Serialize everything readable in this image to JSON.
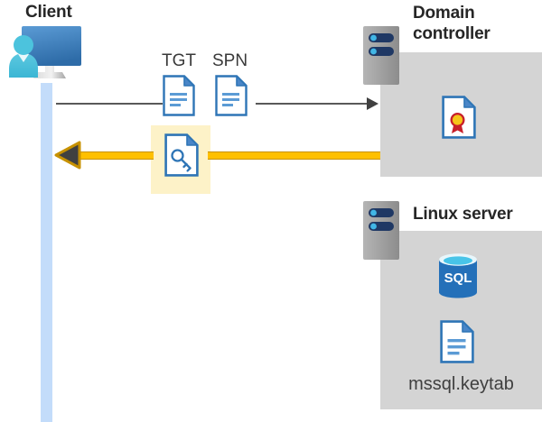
{
  "diagram": {
    "type": "sequence-diagram",
    "title_client": "Client",
    "title_domain_controller": "Domain controller",
    "title_linux_server": "Linux server",
    "colors": {
      "lifeline": "#c3dcfa",
      "panel": "#d4d4d4",
      "highlight": "#fdf2c8",
      "response_arrow": "#ffc000",
      "request_arrow": "#595959",
      "doc_blue": "#3d7ec4",
      "sql_blue": "#2470b9",
      "cert_gold": "#f5c518",
      "cert_red": "#c8202a"
    }
  },
  "client": {
    "label": "Client",
    "icon": "user-workstation-icon"
  },
  "messages": {
    "request": {
      "direction": "client-to-domain-controller",
      "style": "thin-gray-arrow",
      "items": [
        {
          "label": "TGT",
          "icon": "document-icon"
        },
        {
          "label": "SPN",
          "icon": "document-icon"
        }
      ]
    },
    "response": {
      "direction": "domain-controller-to-client",
      "style": "thick-yellow-arrow",
      "highlighted": true,
      "item": {
        "label": "",
        "icon": "key-document-icon"
      }
    }
  },
  "domain_controller": {
    "label": "Domain controller",
    "server_icon": "server-icon",
    "contents": [
      {
        "icon": "certificate-document-icon",
        "label": ""
      }
    ]
  },
  "linux_server": {
    "label": "Linux server",
    "server_icon": "server-icon",
    "contents": [
      {
        "icon": "sql-database-icon",
        "label": "SQL"
      },
      {
        "icon": "document-icon",
        "label": "mssql.keytab"
      }
    ],
    "keytab_filename": "mssql.keytab",
    "sql_label": "SQL"
  }
}
